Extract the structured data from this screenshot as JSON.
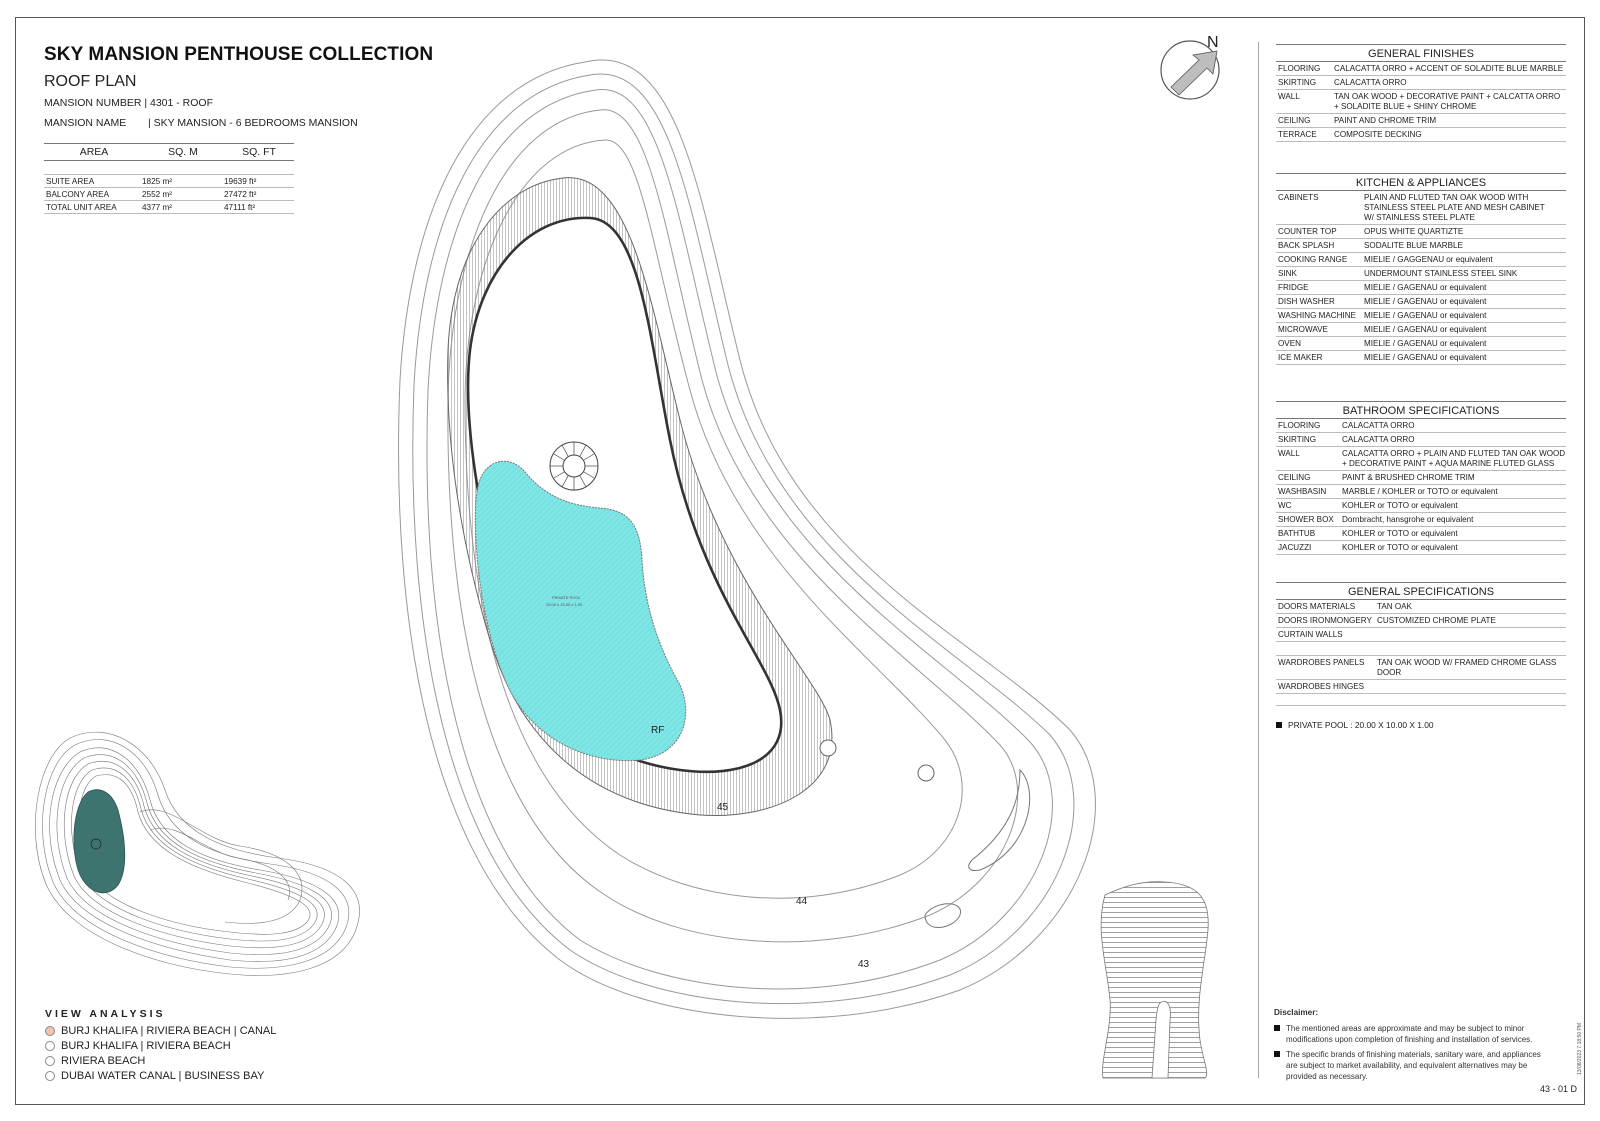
{
  "header": {
    "title": "SKY MANSION PENTHOUSE COLLECTION",
    "subtitle": "ROOF PLAN",
    "mansion_number": "MANSION NUMBER | 4301 - ROOF",
    "mansion_name_label": "MANSION NAME",
    "mansion_name_value": "| SKY MANSION - 6 BEDROOMS MANSION"
  },
  "area_table": {
    "headers": [
      "AREA",
      "SQ. M",
      "SQ. FT"
    ],
    "rows": [
      [
        "SUITE AREA",
        "1825 m²",
        "19639 ft²"
      ],
      [
        "BALCONY AREA",
        "2552 m²",
        "27472 ft²"
      ],
      [
        "TOTAL UNIT AREA",
        "4377 m²",
        "47111 ft²"
      ]
    ]
  },
  "plan": {
    "north": "N",
    "pool_label": "PRIVATE POOL",
    "pool_dims": "20.00 x 10.00 x 1.00",
    "level_rf": "RF",
    "level_45": "45",
    "level_44": "44",
    "level_43": "43",
    "pool_color": "#7fe6e6",
    "keyplan_pool_color": "#3d7470"
  },
  "general_finishes": {
    "title": "GENERAL FINISHES",
    "rows": [
      {
        "label": "FLOORING",
        "value": "CALACATTA ORRO + ACCENT OF SOLADITE BLUE MARBLE"
      },
      {
        "label": "SKIRTING",
        "value": "CALACATTA ORRO"
      },
      {
        "label": "WALL",
        "value": "TAN OAK WOOD + DECORATIVE PAINT + CALCATTA ORRO + SOLADITE BLUE + SHINY CHROME"
      },
      {
        "label": "CEILING",
        "value": "PAINT AND CHROME TRIM"
      },
      {
        "label": "TERRACE",
        "value": "COMPOSITE DECKING"
      }
    ]
  },
  "kitchen": {
    "title": "KITCHEN & APPLIANCES",
    "rows": [
      {
        "label": "CABINETS",
        "value": "PLAIN AND FLUTED TAN OAK WOOD WITH STAINLESS STEEL PLATE AND MESH CABINET W/ STAINLESS STEEL PLATE"
      },
      {
        "label": "COUNTER TOP",
        "value": "OPUS WHITE QUARTIZTE"
      },
      {
        "label": "BACK SPLASH",
        "value": "SODALITE BLUE MARBLE"
      },
      {
        "label": "COOKING RANGE",
        "value": "MIELIE / GAGGENAU or equivalent"
      },
      {
        "label": "SINK",
        "value": "UNDERMOUNT STAINLESS STEEL SINK"
      },
      {
        "label": "FRIDGE",
        "value": "MIELIE / GAGENAU or equivalent"
      },
      {
        "label": "DISH WASHER",
        "value": "MIELIE / GAGENAU or equivalent"
      },
      {
        "label": "WASHING MACHINE",
        "value": "MIELIE / GAGENAU or equivalent"
      },
      {
        "label": "MICROWAVE",
        "value": "MIELIE / GAGENAU or equivalent"
      },
      {
        "label": "OVEN",
        "value": "MIELIE / GAGENAU or equivalent"
      },
      {
        "label": "ICE MAKER",
        "value": "MIELIE / GAGENAU or equivalent"
      }
    ]
  },
  "bathroom": {
    "title": "BATHROOM SPECIFICATIONS",
    "rows": [
      {
        "label": "FLOORING",
        "value": "CALACATTA ORRO"
      },
      {
        "label": "SKIRTING",
        "value": "CALACATTA ORRO"
      },
      {
        "label": "WALL",
        "value": "CALACATTA ORRO + PLAIN AND FLUTED TAN OAK WOOD + DECORATIVE PAINT + AQUA MARINE FLUTED GLASS"
      },
      {
        "label": "CEILING",
        "value": "PAINT & BRUSHED CHROME TRIM"
      },
      {
        "label": "WASHBASIN",
        "value": "MARBLE / KOHLER or TOTO or equivalent"
      },
      {
        "label": "WC",
        "value": "KOHLER or TOTO or equivalent"
      },
      {
        "label": "SHOWER BOX",
        "value": "Dornbracht, hansgrohe or equivalent"
      },
      {
        "label": "BATHTUB",
        "value": "KOHLER or TOTO or equivalent"
      },
      {
        "label": "JACUZZI",
        "value": "KOHLER or TOTO or equivalent"
      }
    ]
  },
  "general_specs": {
    "title": "GENERAL SPECIFICATIONS",
    "rows": [
      {
        "label": "DOORS MATERIALS",
        "value": "TAN OAK"
      },
      {
        "label": "DOORS IRONMONGERY",
        "value": "CUSTOMIZED CHROME PLATE"
      },
      {
        "label": "CURTAIN WALLS",
        "value": ""
      },
      {
        "label": "",
        "value": ""
      },
      {
        "label": "WARDROBES PANELS",
        "value": "TAN OAK WOOD W/ FRAMED CHROME GLASS DOOR"
      },
      {
        "label": "WARDROBES HINGES",
        "value": ""
      }
    ]
  },
  "pool_note": "PRIVATE POOL :  20.00 X 10.00 X 1.00",
  "view_analysis": {
    "title": "VIEW ANALYSIS",
    "items": [
      {
        "label": "BURJ KHALIFA | RIVIERA BEACH | CANAL",
        "color": "#f2c4a8"
      },
      {
        "label": "BURJ KHALIFA | RIVIERA BEACH",
        "color": "#ffffff"
      },
      {
        "label": "RIVIERA BEACH",
        "color": "#ffffff"
      },
      {
        "label": "DUBAI WATER CANAL | BUSINESS BAY",
        "color": "#ffffff"
      }
    ]
  },
  "disclaimer": {
    "title": "Disclaimer:",
    "items": [
      "The mentioned areas are approximate and may be subject to minor modifications  upon completion of finishing and installation of services.",
      "The specific brands of finishing materials, sanitary ware, and appliances are subject to market availability, and equivalent alternatives may be provided as necessary."
    ]
  },
  "sheet_number": "43 - 01 D",
  "stamp": "13/08/2023 7:18:50 PM"
}
